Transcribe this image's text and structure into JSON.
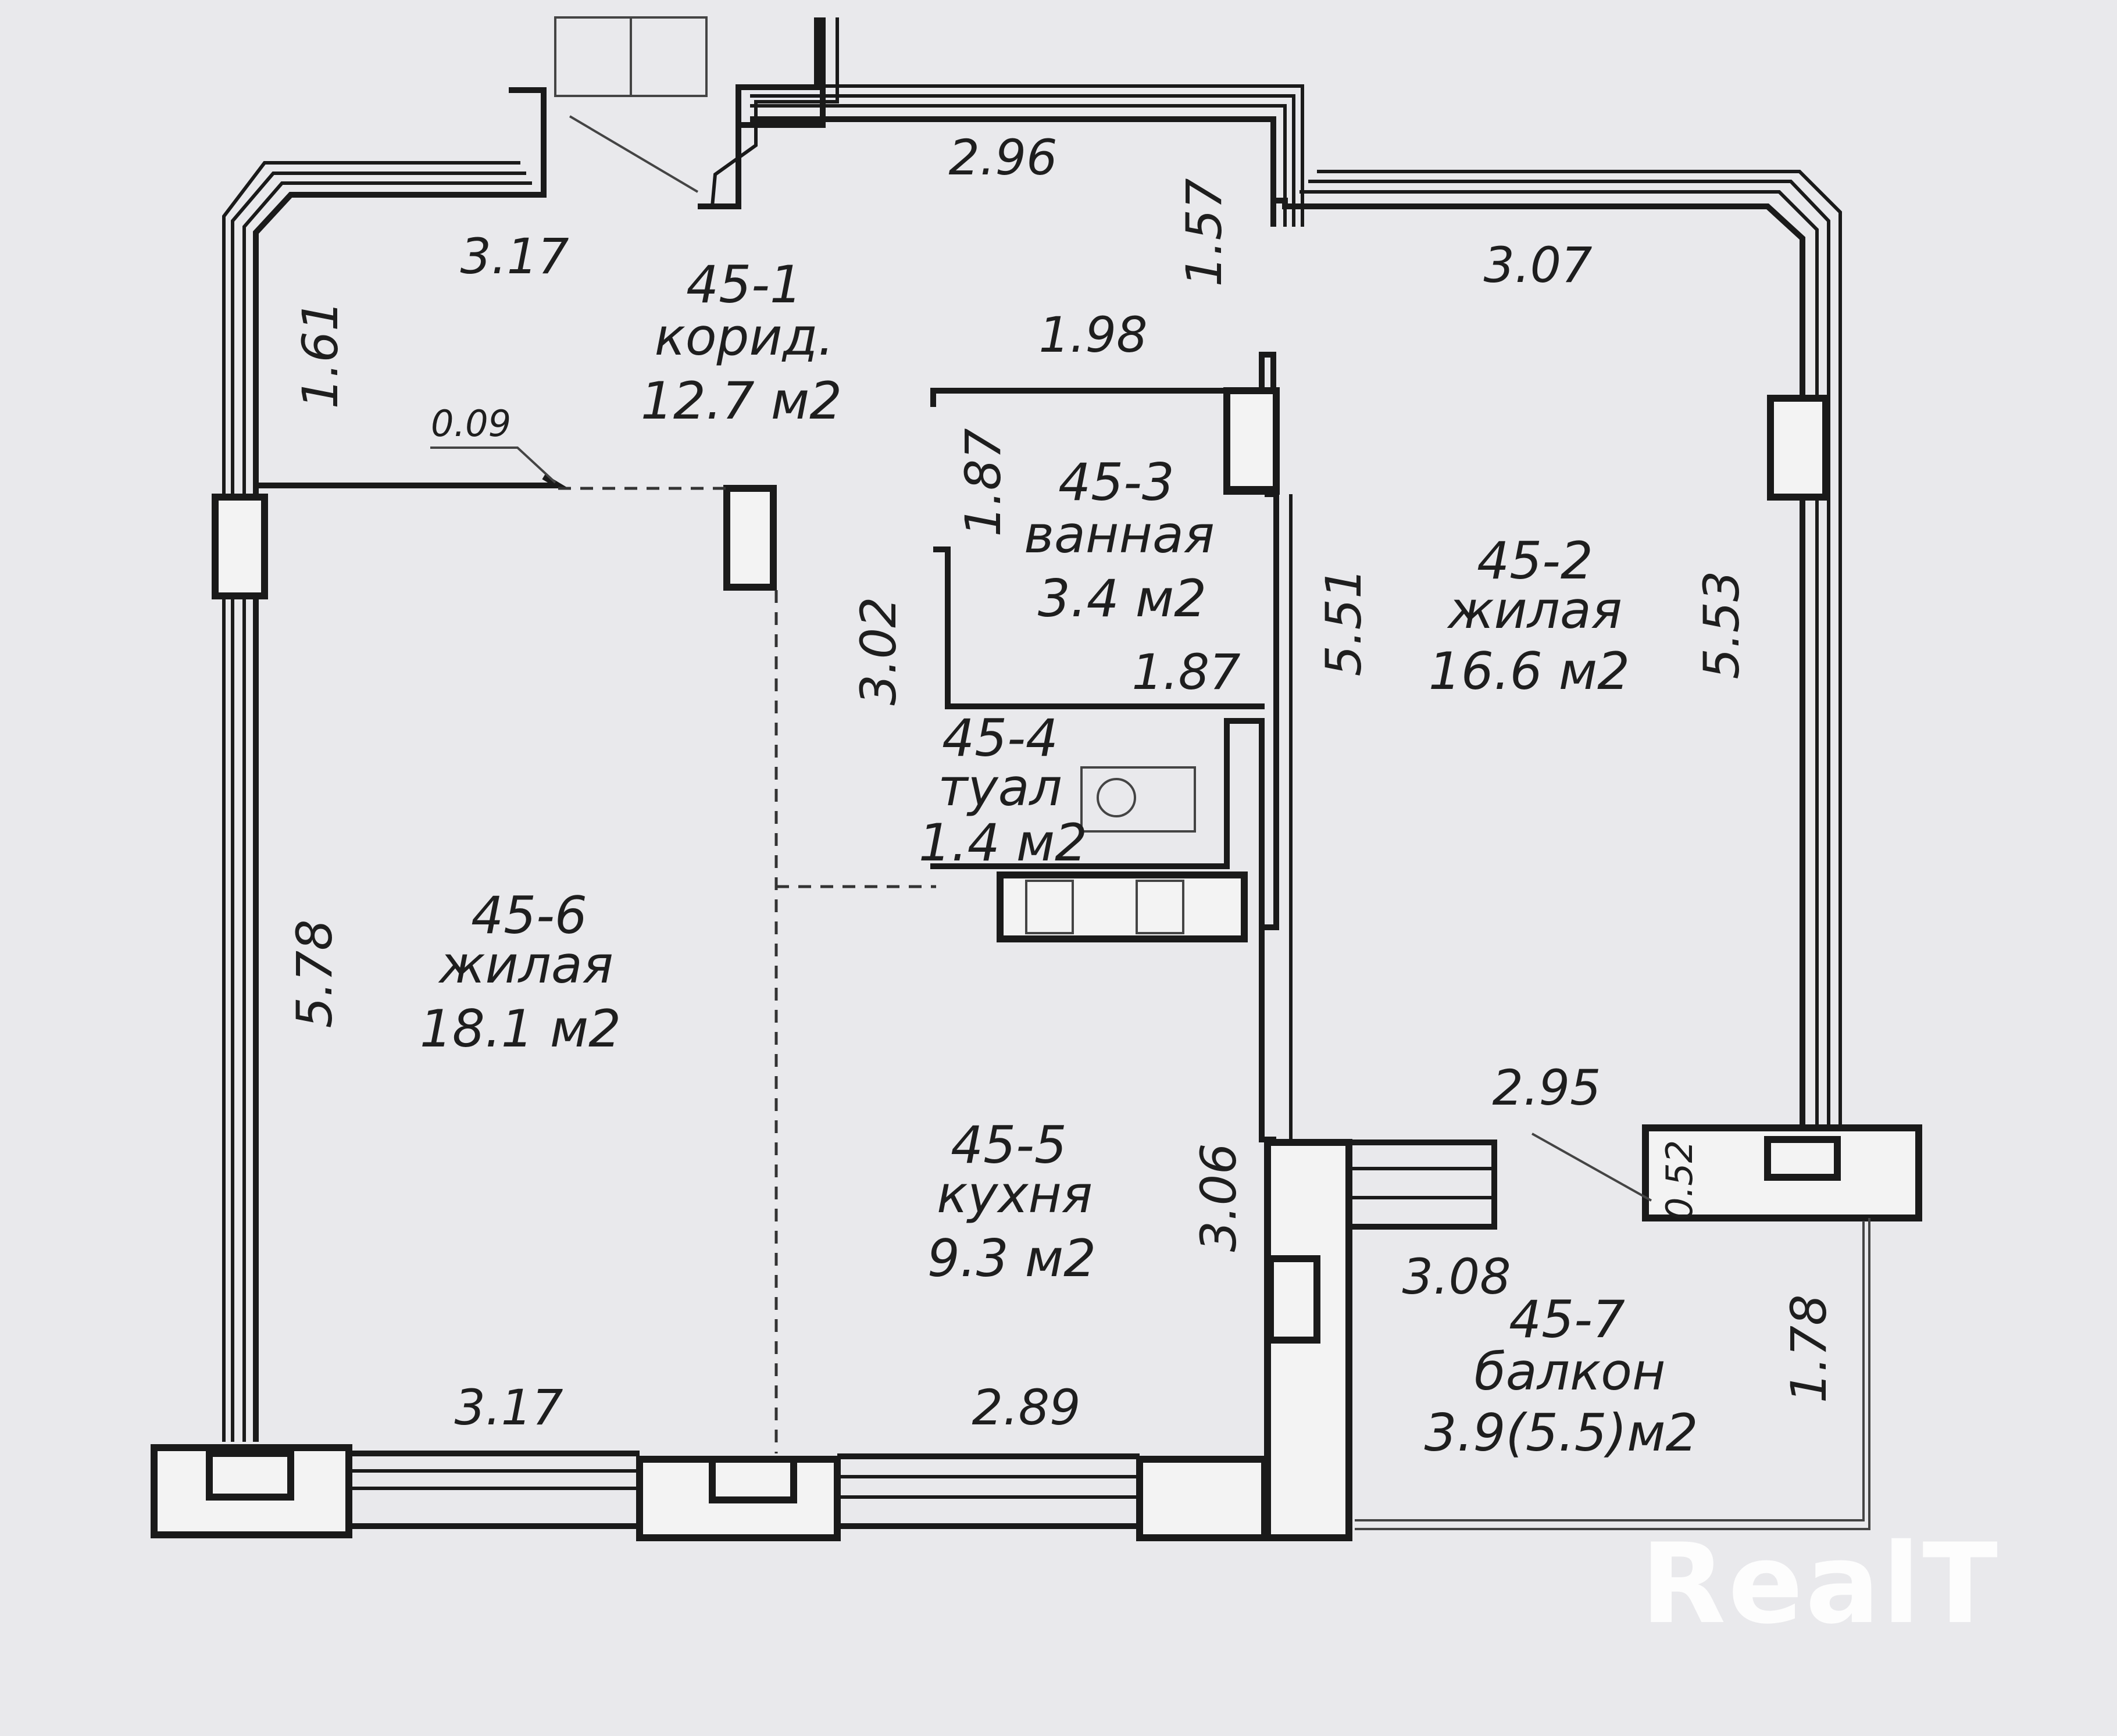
{
  "rooms": [
    {
      "id": "45-1",
      "type": "корид.",
      "area": "12.7 м2"
    },
    {
      "id": "45-2",
      "type": "жилая",
      "area": "16.6 м2"
    },
    {
      "id": "45-3",
      "type": "ванная",
      "area": "3.4 м2"
    },
    {
      "id": "45-4",
      "type": "туал",
      "area": "1.4 м2"
    },
    {
      "id": "45-5",
      "type": "кухня",
      "area": "9.3 м2"
    },
    {
      "id": "45-6",
      "type": "жилая",
      "area": "18.1 м2"
    },
    {
      "id": "45-7",
      "type": "балкон",
      "area": "3.9(5.5)м2"
    }
  ],
  "dimensions": {
    "corridor_top": "2.96",
    "corridor_left": "3.17",
    "corridor_side": "1.61",
    "corridor_right": "1.57",
    "wall_offset": "0.09",
    "bath_top": "1.98",
    "bath_side": "1.87",
    "bath_bottom": "1.87",
    "hall_side": "3.02",
    "room2_top": "3.07",
    "room2_left": "5.51",
    "room2_right": "5.53",
    "room6_side": "5.78",
    "room6_bottom": "3.17",
    "kitchen_bottom": "2.89",
    "kitchen_side": "3.06",
    "balcony_angle": "2.95",
    "balcony_small": "0.52",
    "balcony_top": "3.08",
    "balcony_side": "1.78"
  },
  "watermark": "RealT"
}
